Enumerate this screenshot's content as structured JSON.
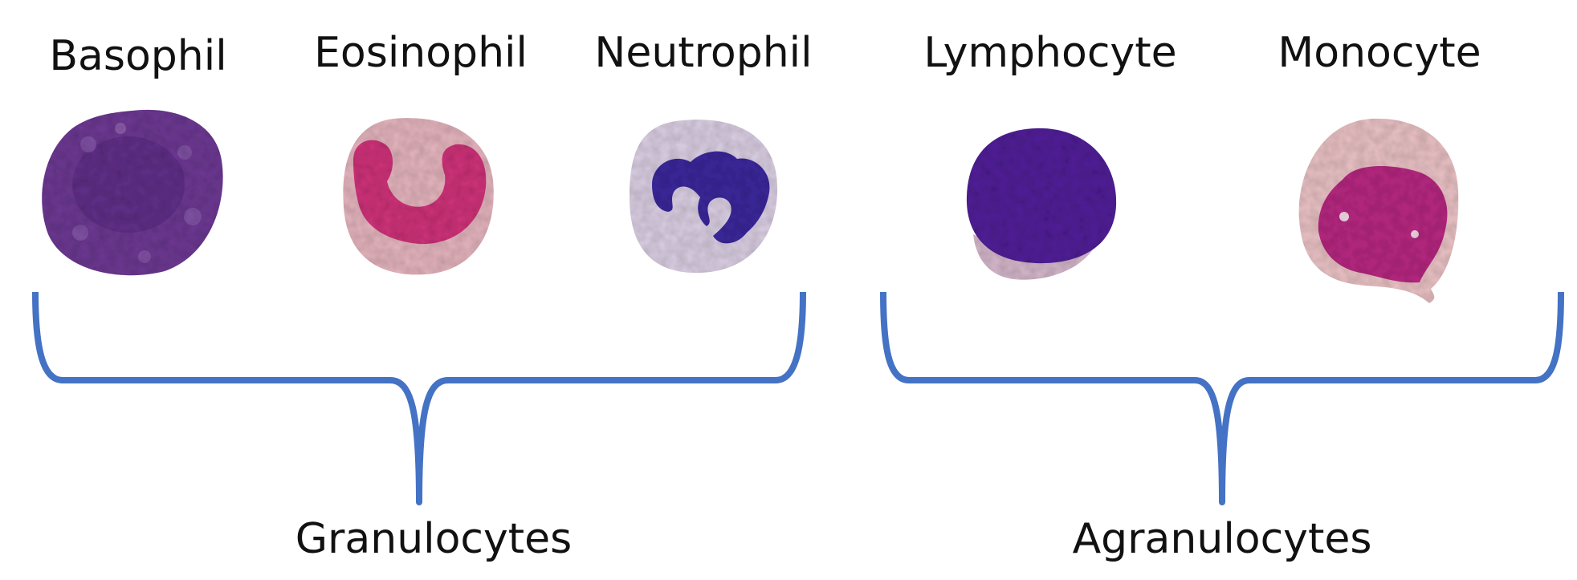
{
  "cells": [
    {
      "name": "Basophil"
    },
    {
      "name": "Eosinophil"
    },
    {
      "name": "Neutrophil"
    },
    {
      "name": "Lymphocyte"
    },
    {
      "name": "Monocyte"
    }
  ],
  "groups": [
    {
      "name": "Granulocytes"
    },
    {
      "name": "Agranulocytes"
    }
  ],
  "colors": {
    "bracket": "#4472c4",
    "basophil": "#6e3a94",
    "eosinophil_nucleus": "#d0357a",
    "eosinophil_cytoplasm": "#e6b6bf",
    "neutrophil_nucleus": "#3d2b9c",
    "neutrophil_cytoplasm": "#dcd0e4",
    "lymphocyte_nucleus": "#52249a",
    "lymphocyte_cytoplasm": "#d6b8cc",
    "monocyte_nucleus": "#b82a82",
    "monocyte_cytoplasm": "#ebc3c6"
  }
}
